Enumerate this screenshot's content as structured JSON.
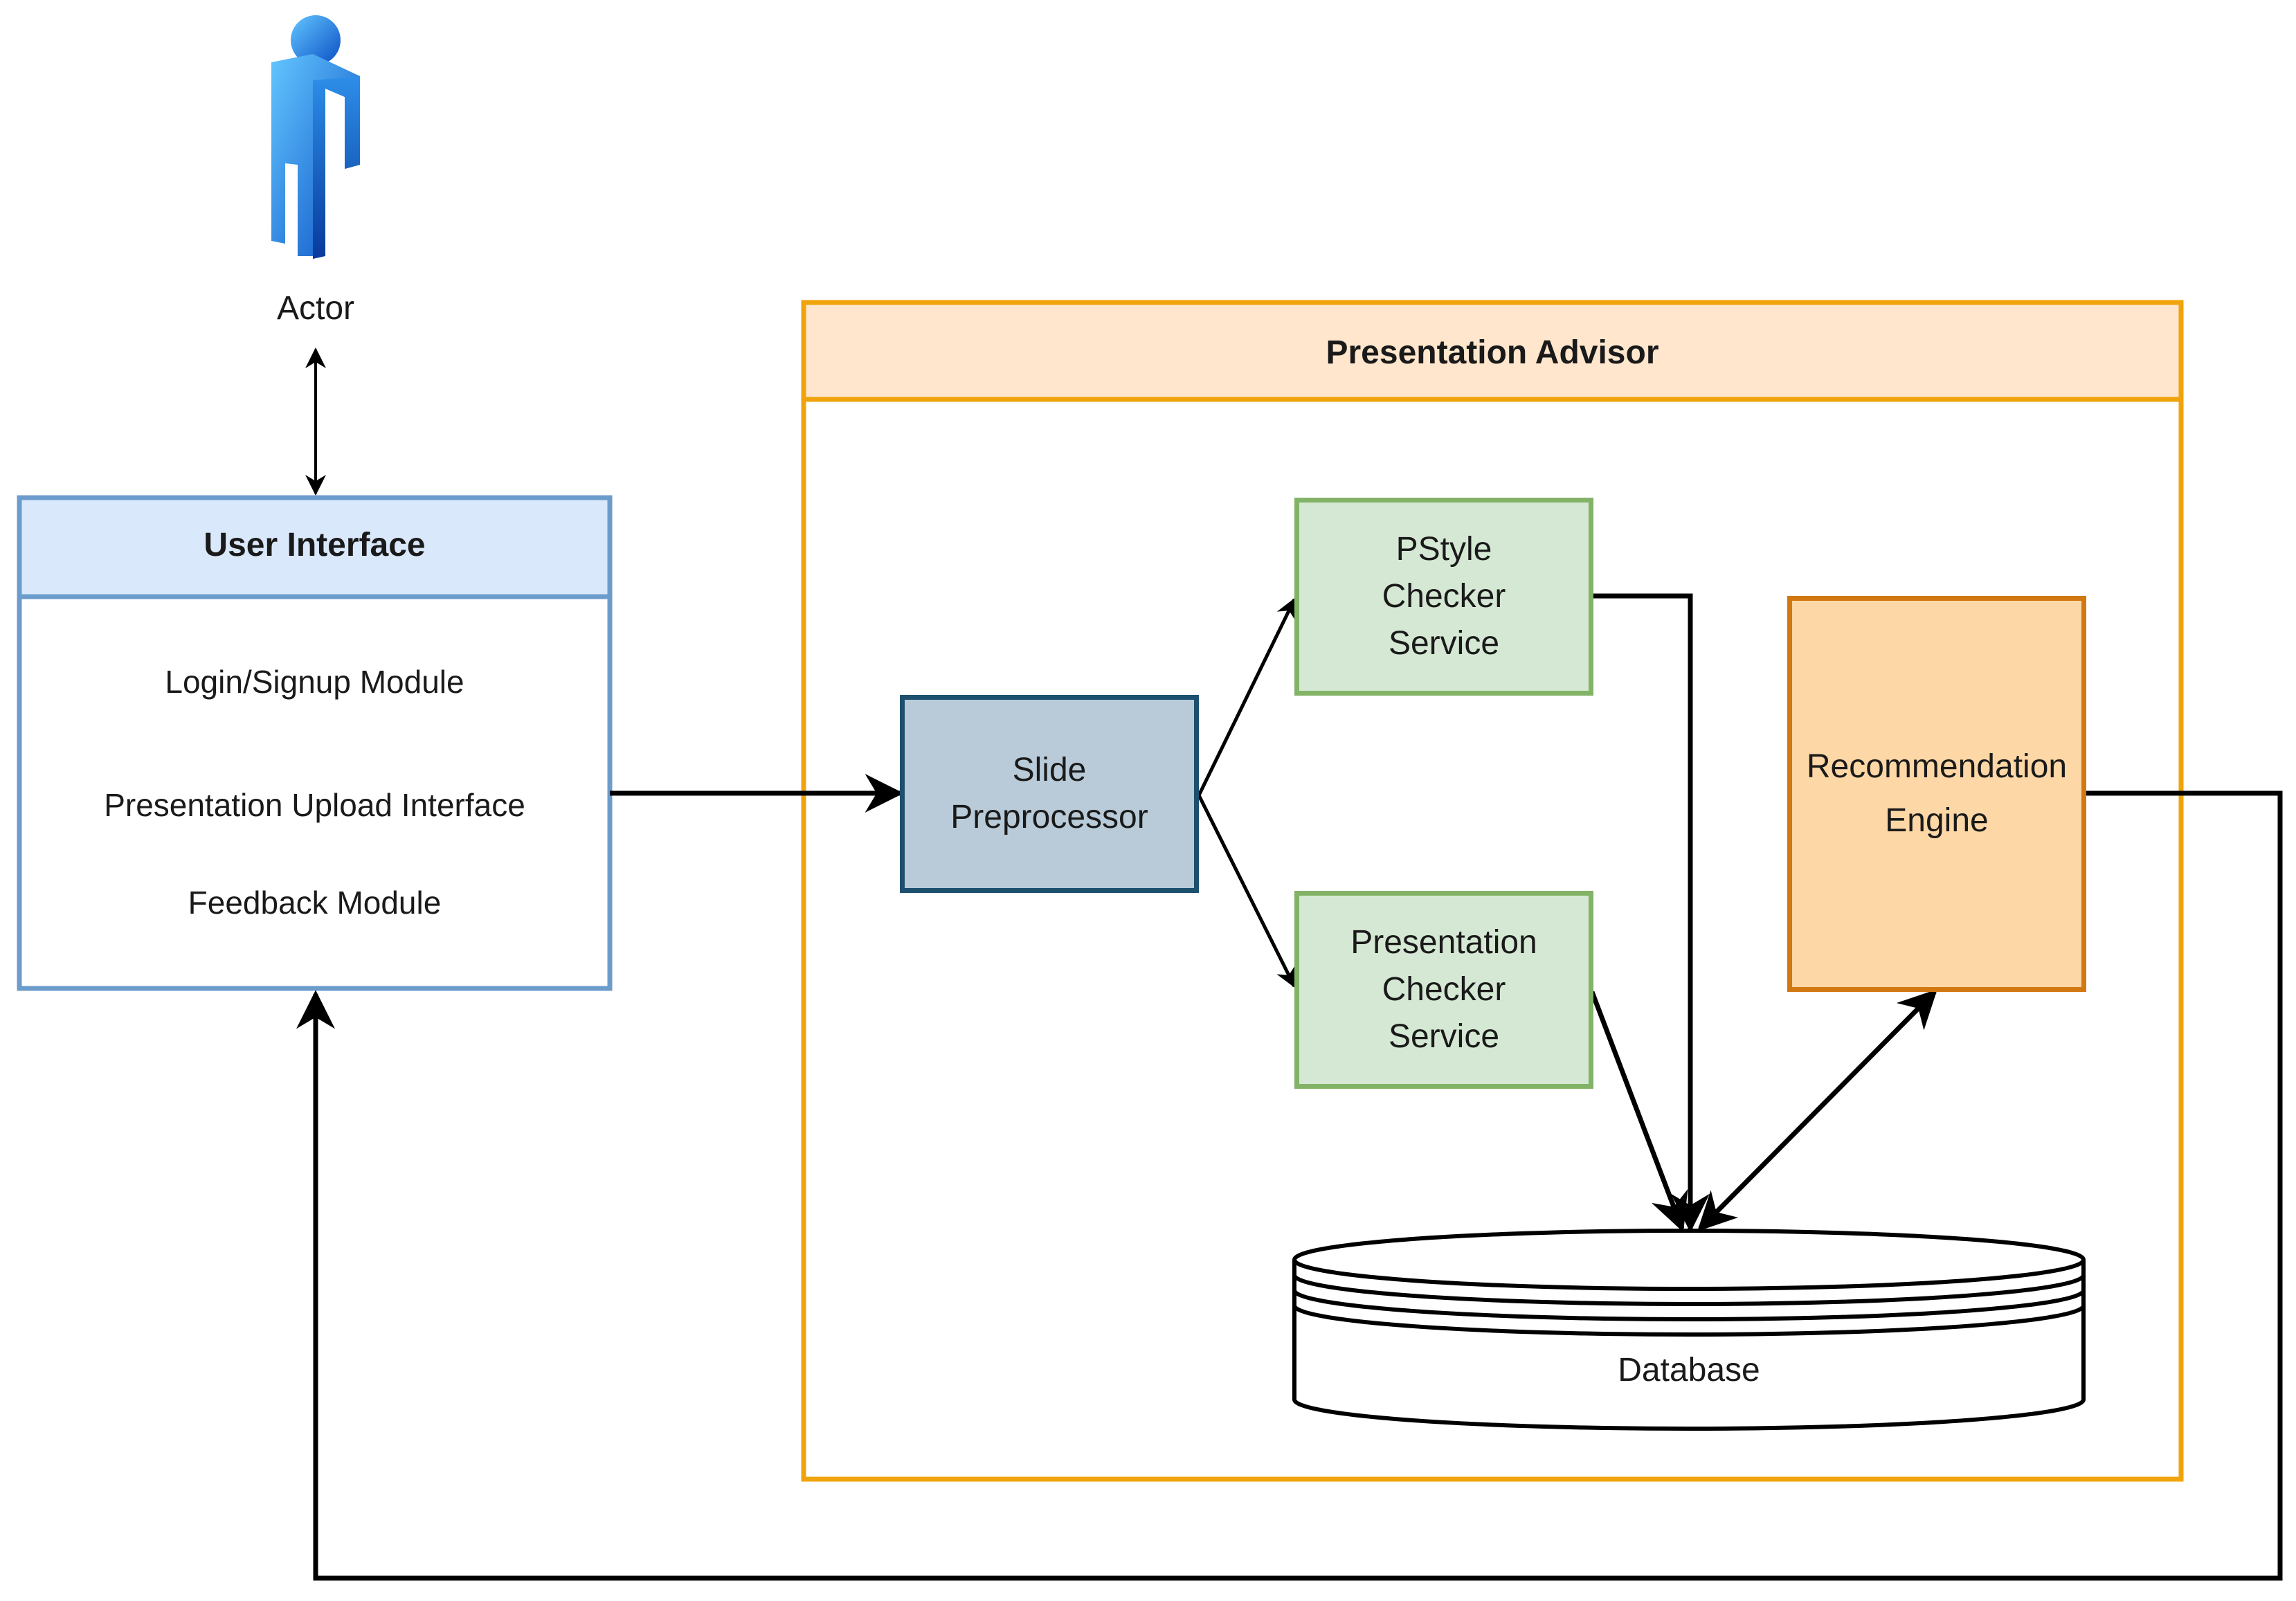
{
  "actor": {
    "label": "Actor"
  },
  "user_interface": {
    "title": "User Interface",
    "items": [
      "Login/Signup Module",
      "Presentation Upload Interface",
      "Feedback Module"
    ]
  },
  "presentation_advisor": {
    "title": "Presentation Advisor"
  },
  "nodes": {
    "slide_preprocessor": "Slide\nPreprocessor",
    "pstyle_checker": "PStyle\nChecker\nService",
    "presentation_checker": "Presentation\nChecker\nService",
    "recommendation_engine": "Recommendation\nEngine",
    "database": "Database"
  },
  "colors": {
    "ui_border": "#6c9ccc",
    "ui_header": "#dae8fc",
    "advisor_border": "#f0a30a",
    "advisor_header": "#ffe6cc",
    "preproc_fill": "#b9cbd8",
    "preproc_border": "#1d4f6e",
    "checker_fill": "#d5e8d4",
    "checker_border": "#82b366",
    "reco_fill": "#fdd7a6",
    "reco_border": "#d27812"
  }
}
